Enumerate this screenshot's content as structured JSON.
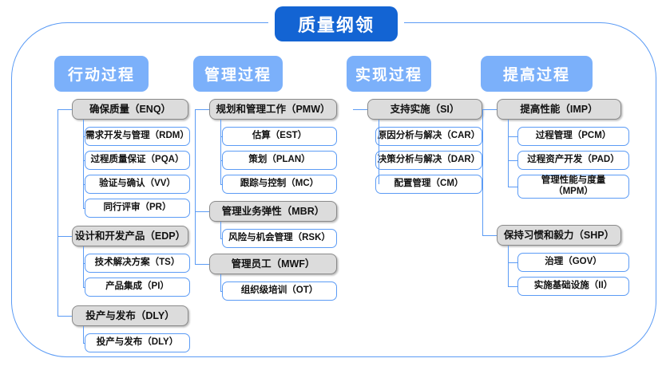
{
  "diagram": {
    "title": "质量纲领",
    "frame_color": "#5b9bf5",
    "title_color": "#1364d3",
    "header_color": "#7bb0fa",
    "group_color": "#dcdcdc",
    "leaf_border_color": "#5b9bf5"
  },
  "columns": [
    {
      "header": "行动过程",
      "groups": [
        {
          "label": "确保质量（ENQ）",
          "children": [
            "需求开发与管理（RDM）",
            "过程质量保证（PQA）",
            "验证与确认（VV）",
            "同行评审（PR）"
          ]
        },
        {
          "label": "设计和开发产品（EDP）",
          "children": [
            "技术解决方案（TS）",
            "产品集成（PI）"
          ]
        },
        {
          "label": "投产与发布（DLY）",
          "children": [
            "投产与发布（DLY）"
          ]
        }
      ]
    },
    {
      "header": "管理过程",
      "groups": [
        {
          "label": "规划和管理工作（PMW）",
          "children": [
            "估算（EST）",
            "策划（PLAN）",
            "跟踪与控制（MC）"
          ]
        },
        {
          "label": "管理业务弹性（MBR）",
          "children": [
            "风险与机会管理（RSK）"
          ]
        },
        {
          "label": "管理员工（MWF）",
          "children": [
            "组织级培训（OT）"
          ]
        }
      ]
    },
    {
      "header": "实现过程",
      "groups": [
        {
          "label": "支持实施（SI）",
          "children": [
            "原因分析与解决（CAR）",
            "决策分析与解决（DAR）",
            "配置管理（CM）"
          ]
        }
      ]
    },
    {
      "header": "提高过程",
      "groups": [
        {
          "label": "提高性能（IMP）",
          "children": [
            "过程管理（PCM）",
            "过程资产开发（PAD）",
            "管理性能与度量\n（MPM）"
          ]
        },
        {
          "label": "保持习惯和毅力（SHP）",
          "children": [
            "治理（GOV）",
            "实施基础设施（II）"
          ]
        }
      ]
    }
  ]
}
